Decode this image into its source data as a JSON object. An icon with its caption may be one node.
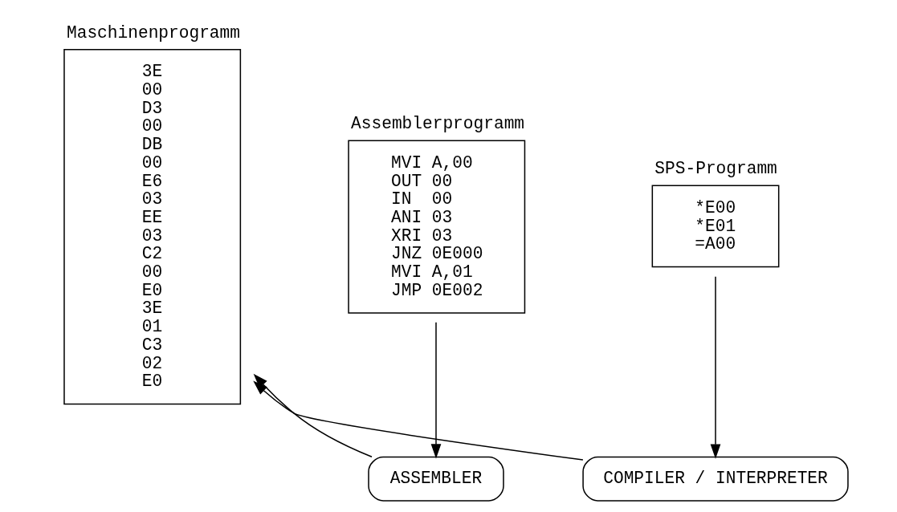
{
  "diagram": {
    "nodes": [
      {
        "text": [
          "Maschinenprogramm",
          "3E",
          "00",
          "D3",
          "00",
          "DB",
          "00",
          "E6",
          "03",
          "EE",
          "03",
          "C2",
          "00",
          "E0",
          "3E",
          "01",
          "C3",
          "02",
          "E0"
        ]
      },
      {
        "text": [
          "Assemblerprogramm",
          "MVI A,00",
          "OUT 00",
          "IN  00",
          "ANI 03",
          "XRI 03",
          "JNZ 0E000",
          "MVI A,01",
          "JMP 0E002"
        ]
      },
      {
        "text": [
          "SPS-Programm",
          "*E00",
          "*E01",
          "=A00"
        ]
      },
      {
        "text": [
          "ASSEMBLER"
        ]
      },
      {
        "text": [
          "COMPILER / INTERPRETER"
        ]
      }
    ],
    "edges": [
      {
        "from": 1,
        "to": 3,
        "arrow": "to"
      },
      {
        "from": 3,
        "to": 0,
        "arrow": "to"
      },
      {
        "from": 2,
        "to": 4,
        "arrow": "to"
      },
      {
        "from": 4,
        "to": 0,
        "arrow": "to"
      }
    ]
  }
}
